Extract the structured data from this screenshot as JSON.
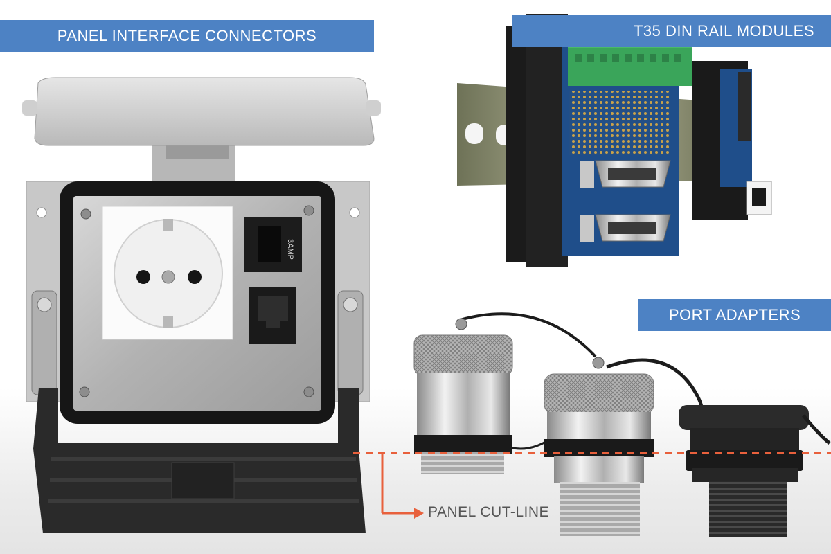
{
  "labels": {
    "panel_interface": "PANEL INTERFACE CONNECTORS",
    "din_rail": "T35 DIN RAIL MODULES",
    "port_adapters": "PORT ADAPTERS",
    "panel_cut_line": "PANEL CUT-LINE"
  },
  "module_text": {
    "fuse_holder": "3AMP"
  },
  "colors": {
    "label_bar": "#4d82c4",
    "cut_line": "#e8603c",
    "panel_gray": "#c8c8c8",
    "terminal_green": "#3aa55a",
    "pcb_blue": "#1f4e8a"
  }
}
